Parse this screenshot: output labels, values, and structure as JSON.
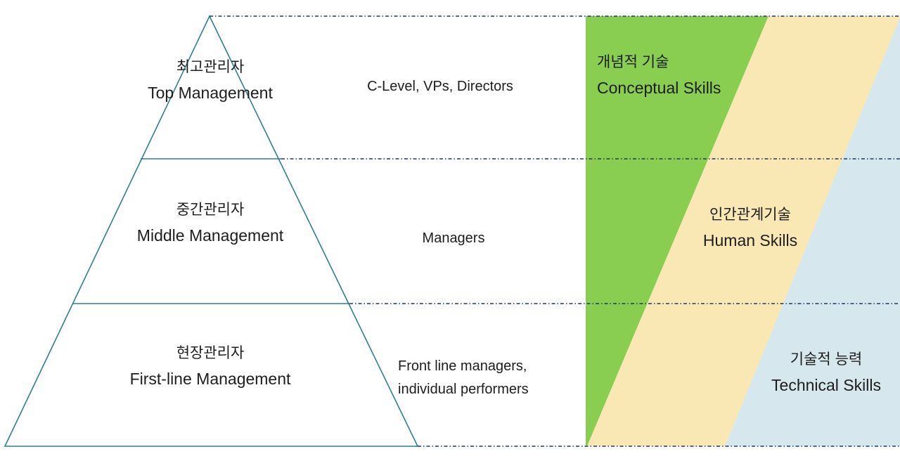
{
  "diagram": {
    "title": "Management Levels and Managerial Skills Pyramid",
    "colors": {
      "pyramid_stroke": "#2f7f92",
      "divider_line": "#1f3864",
      "conceptual_skills_fill": "#8ACE51",
      "human_skills_fill": "#FAE8B4",
      "technical_skills_fill": "#D7E7EE",
      "text": "#1d1d1d",
      "background": "#ffffff"
    }
  },
  "levels": [
    {
      "id": "top-management",
      "name_ko": "최고관리자",
      "name_en": "Top Management",
      "roles": "C-Level, VPs, Directors"
    },
    {
      "id": "middle-management",
      "name_ko": "중간관리자",
      "name_en": "Middle Management",
      "roles": "Managers"
    },
    {
      "id": "first-line-management",
      "name_ko": "현장관리자",
      "name_en": "First-line Management",
      "roles_line1": "Front line managers,",
      "roles_line2": "individual performers"
    }
  ],
  "skills": [
    {
      "id": "conceptual-skills",
      "name_ko": "개념적 기술",
      "name_en": "Conceptual Skills"
    },
    {
      "id": "human-skills",
      "name_ko": "인간관계기술",
      "name_en": "Human Skills"
    },
    {
      "id": "technical-skills",
      "name_ko": "기술적 능력",
      "name_en": "Technical Skills"
    }
  ]
}
